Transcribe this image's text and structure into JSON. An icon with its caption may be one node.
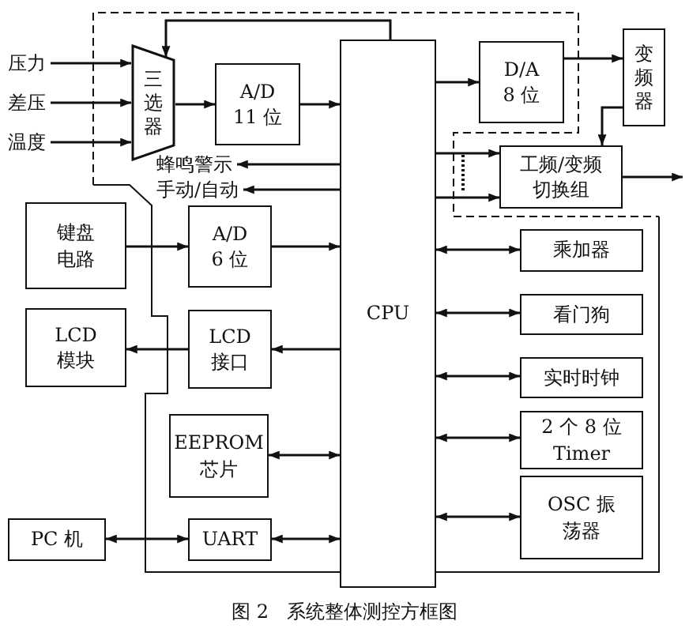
{
  "diagram": {
    "caption": "图 2   系统整体测控方框图",
    "nodes": [
      {
        "text": [
          "压力"
        ]
      },
      {
        "text": [
          "差压"
        ]
      },
      {
        "text": [
          "温度"
        ]
      },
      {
        "text": [
          "三选器"
        ]
      },
      {
        "text": [
          "A/D 11 位"
        ]
      },
      {
        "text": [
          "CPU"
        ]
      },
      {
        "text": [
          "D/A 8 位"
        ]
      },
      {
        "text": [
          "变频器"
        ]
      },
      {
        "text": [
          "工频/变频切换组"
        ]
      },
      {
        "text": [
          "蜂鸣警示"
        ]
      },
      {
        "text": [
          "手动/自动"
        ]
      },
      {
        "text": [
          "键盘电路"
        ]
      },
      {
        "text": [
          "A/D 6 位"
        ]
      },
      {
        "text": [
          "LCD 模块"
        ]
      },
      {
        "text": [
          "LCD 接口"
        ]
      },
      {
        "text": [
          "EEPROM 芯片"
        ]
      },
      {
        "text": [
          "PC 机"
        ]
      },
      {
        "text": [
          "UART"
        ]
      },
      {
        "text": [
          "乘加器"
        ]
      },
      {
        "text": [
          "看门狗"
        ]
      },
      {
        "text": [
          "实时时钟"
        ]
      },
      {
        "text": [
          "2 个 8 位 Timer"
        ]
      },
      {
        "text": [
          "OSC 振荡器"
        ]
      }
    ],
    "edges": [
      {
        "from": 0,
        "to": 3,
        "arrow": "to"
      },
      {
        "from": 1,
        "to": 3,
        "arrow": "to"
      },
      {
        "from": 2,
        "to": 3,
        "arrow": "to"
      },
      {
        "from": 5,
        "to": 3,
        "arrow": "to"
      },
      {
        "from": 3,
        "to": 4,
        "arrow": "to"
      },
      {
        "from": 4,
        "to": 5,
        "arrow": "to"
      },
      {
        "from": 5,
        "to": 6,
        "arrow": "to"
      },
      {
        "from": 6,
        "to": 7,
        "arrow": "to"
      },
      {
        "from": 7,
        "to": 8,
        "arrow": "to"
      },
      {
        "from": 5,
        "to": 8,
        "arrow": "to"
      },
      {
        "from": 5,
        "to": 8,
        "arrow": "to"
      },
      {
        "from": 8,
        "to": null,
        "arrow": "to"
      },
      {
        "from": 5,
        "to": 9,
        "arrow": "to"
      },
      {
        "from": 5,
        "to": 10,
        "arrow": "to"
      },
      {
        "from": 11,
        "to": 12,
        "arrow": "to"
      },
      {
        "from": 12,
        "to": 5,
        "arrow": "to"
      },
      {
        "from": 5,
        "to": 14,
        "arrow": "to"
      },
      {
        "from": 14,
        "to": 13,
        "arrow": "to"
      },
      {
        "from": 15,
        "to": 5,
        "arrow": "both"
      },
      {
        "from": 16,
        "to": 17,
        "arrow": "both"
      },
      {
        "from": 17,
        "to": 5,
        "arrow": "both"
      },
      {
        "from": 5,
        "to": 18,
        "arrow": "both"
      },
      {
        "from": 5,
        "to": 19,
        "arrow": "both"
      },
      {
        "from": 5,
        "to": 20,
        "arrow": "both"
      },
      {
        "from": 5,
        "to": 21,
        "arrow": "both"
      },
      {
        "from": 5,
        "to": 22,
        "arrow": "both"
      }
    ]
  }
}
